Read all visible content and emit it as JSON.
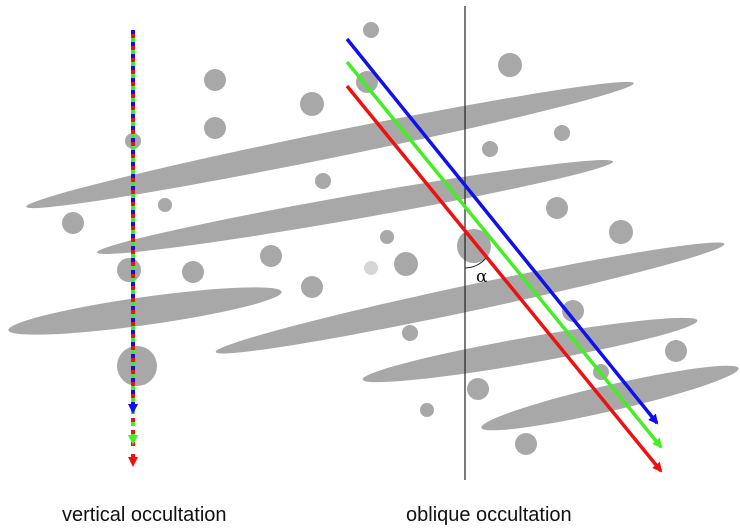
{
  "captions": {
    "left": "vertical occultation",
    "right": "oblique occultation"
  },
  "angle_label": "α",
  "colors": {
    "particle": "#a8a8a8",
    "particle_light": "#d6d6d6",
    "reference_line": "#222222",
    "ray_blue": "#1010ee",
    "ray_green": "#44ee22",
    "ray_red": "#ee1111"
  }
}
